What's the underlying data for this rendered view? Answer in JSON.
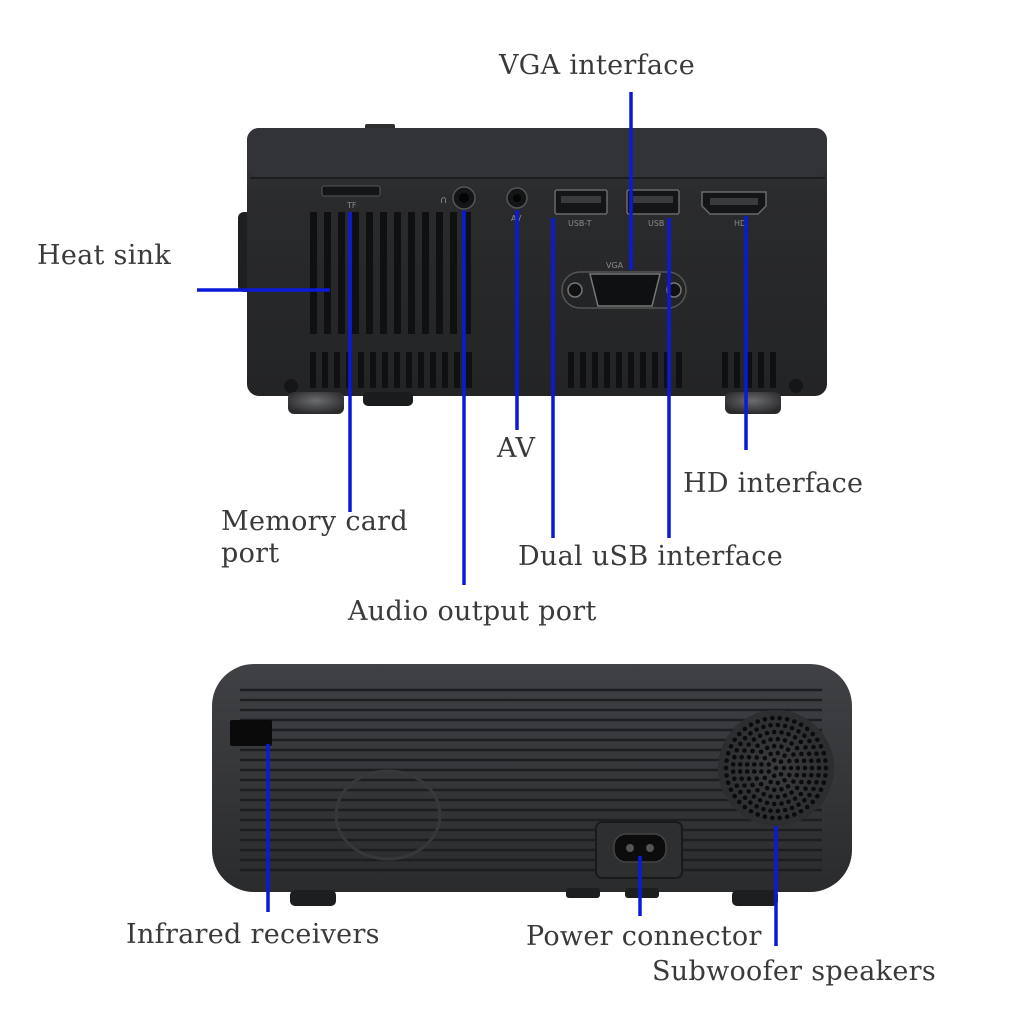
{
  "labels": {
    "vga": "VGA interface",
    "heat_sink": "Heat sink",
    "av": "AV",
    "hd": "HD interface",
    "memory_card": "Memory card port",
    "dual_usb": "Dual uSB interface",
    "audio_output": "Audio output port",
    "infrared": "Infrared receivers",
    "power": "Power connector",
    "subwoofer": "Subwoofer speakers"
  },
  "port_marks": {
    "tf": "TF",
    "headphone": "∩",
    "av": "AV",
    "usb1": "USB-T",
    "usb2": "USB",
    "vga": "VGA",
    "hd": "HD"
  },
  "colors": {
    "leader_line": "#0a1ad8",
    "body_dark": "#2b2c2e",
    "text": "#3a3a3a"
  }
}
